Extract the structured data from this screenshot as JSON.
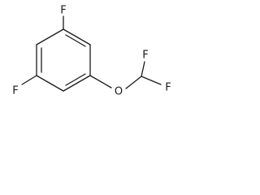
{
  "molecule": {
    "atoms": [
      {
        "id": "F1",
        "label": "F"
      },
      {
        "id": "F2",
        "label": "F"
      },
      {
        "id": "O",
        "label": "O"
      },
      {
        "id": "F3",
        "label": "F"
      },
      {
        "id": "F4",
        "label": "F"
      }
    ]
  }
}
